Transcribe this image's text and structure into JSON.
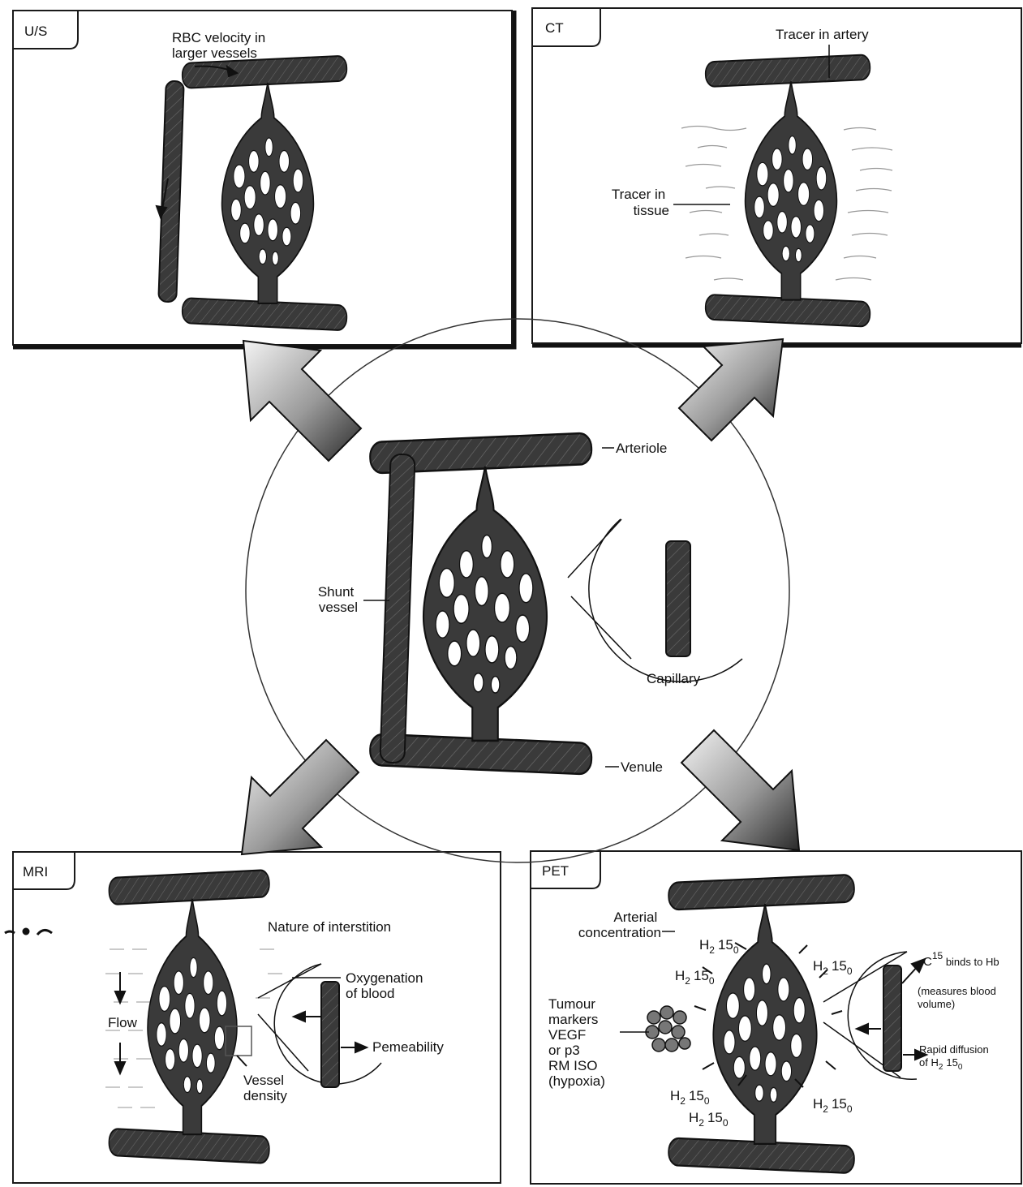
{
  "panels": {
    "us": {
      "tab": "U/S",
      "rbc_line1": "RBC velocity in",
      "rbc_line2": "larger vessels"
    },
    "ct": {
      "tab": "CT",
      "artery": "Tracer in artery",
      "tissue_line1": "Tracer in",
      "tissue_line2": "tissue"
    },
    "mri": {
      "tab": "MRI",
      "interstition": "Nature of interstition",
      "oxy_line1": "Oxygenation",
      "oxy_line2": "of blood",
      "flow": "Flow",
      "permeability": "Pemeability",
      "density_line1": "Vessel",
      "density_line2": "density"
    },
    "pet": {
      "tab": "PET",
      "arterial_line1": "Arterial",
      "arterial_line2": "concentration",
      "h2o_main": "H",
      "h2o_sub1": "2",
      "h2o_num": "15",
      "h2o_sub2": "0",
      "c15_main": "C",
      "c15_sup": "15",
      "c15_text": " binds to Hb",
      "measures_line1": "(measures blood",
      "measures_line2": "volume)",
      "rapid_line1": "Rapid diffusion",
      "rapid_line2": "of H",
      "tumour_lines": [
        "Tumour",
        "markers",
        "VEGF",
        "or p3",
        "RM ISO",
        "(hypoxia)"
      ]
    }
  },
  "center": {
    "arteriole": "Arteriole",
    "venule": "Venule",
    "capillary": "Capillary",
    "shunt_line1": "Shunt",
    "shunt_line2": "vessel"
  },
  "colors": {
    "vessel": "#3a3a3a",
    "vessel_edge": "#111111",
    "frame": "#1a1a1a"
  }
}
